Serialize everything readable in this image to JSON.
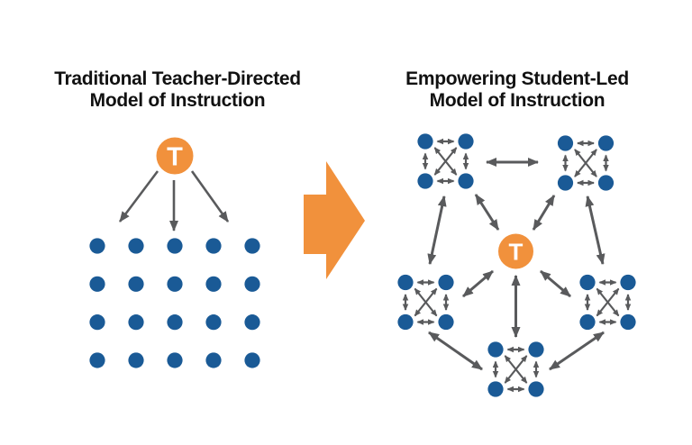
{
  "colors": {
    "teacher_orange": "#F1913C",
    "student_blue": "#1A5A96",
    "arrow_gray": "#595A5C",
    "title_text": "#111111",
    "teacher_letter": "#FFFFFF",
    "background": "#FFFFFF"
  },
  "left_panel": {
    "title_line1": "Traditional Teacher-Directed",
    "title_line2": "Model of Instruction",
    "teacher_label": "T",
    "student_rows": 4,
    "student_columns": 5,
    "teacher_to_class_arrows": 3,
    "arrow_style": "one-way"
  },
  "transition": {
    "icon": "right-block-arrow"
  },
  "right_panel": {
    "title_line1": "Empowering Student-Led",
    "title_line2": "Model of Instruction",
    "teacher_label": "T",
    "students_per_group": 4,
    "groups": [
      "top-left",
      "top-right",
      "mid-left",
      "mid-right",
      "bottom"
    ],
    "group_internal_links": [
      "top",
      "bottom",
      "left",
      "right",
      "diag-down",
      "diag-up"
    ],
    "connections": [
      "top-left<->top-right",
      "top-left<->teacher",
      "top-right<->teacher",
      "mid-left<->teacher",
      "mid-right<->teacher",
      "bottom<->teacher",
      "top-left<->mid-left",
      "top-right<->mid-right",
      "mid-left<->bottom",
      "mid-right<->bottom"
    ],
    "arrow_style": "two-way"
  }
}
